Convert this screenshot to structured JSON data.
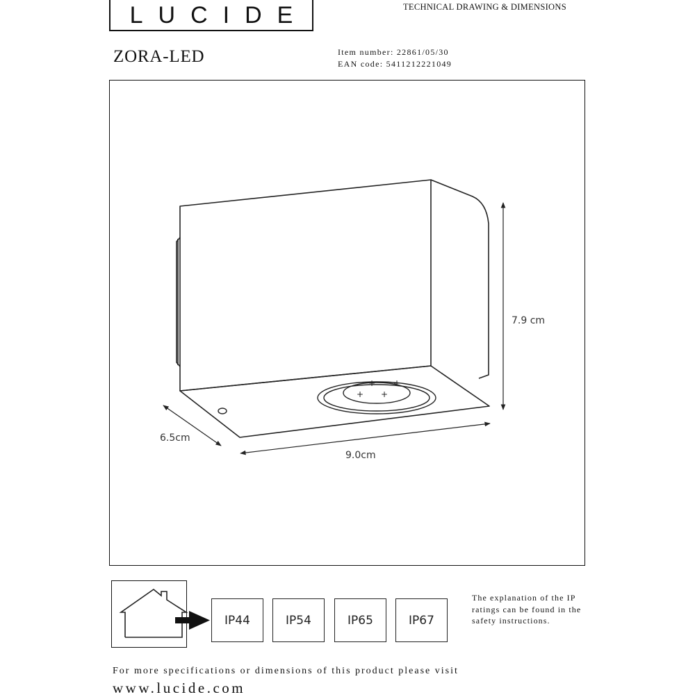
{
  "header": {
    "logo_text": "LUCIDE",
    "doc_heading": "TECHNICAL DRAWING & DIMENSIONS"
  },
  "product": {
    "name": "ZORA-LED",
    "item_number": "Item number: 22861/05/30",
    "ean_code": "EAN code: 5411212221049"
  },
  "dimensions": {
    "height": "7.9 cm",
    "depth": "6.5cm",
    "width": "9.0cm"
  },
  "ip_ratings": [
    "IP44",
    "IP54",
    "IP65",
    "IP67"
  ],
  "ip_note": "The explanation of the IP ratings can be found in the safety instructions.",
  "footer": {
    "line": "For more specifications or dimensions of this product please visit",
    "url": "www.lucide.com"
  }
}
